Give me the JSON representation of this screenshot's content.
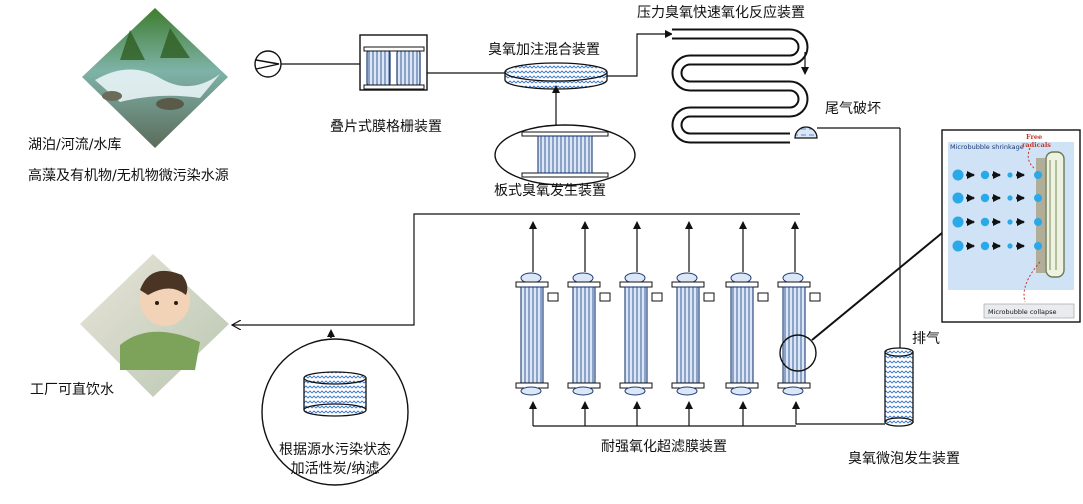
{
  "source": {
    "line1": "湖泊/河流/水库",
    "line2": "高藻及有机物/无机物微污染水源"
  },
  "grid_device": "叠片式膜格栅装置",
  "mixer": "臭氧加注混合装置",
  "plate_generator": "板式臭氧发生装置",
  "reactor": "压力臭氧快速氧化反应装置",
  "tail_gas": "尾气破坏",
  "exhaust": "排气",
  "microbubble_generator": "臭氧微泡发生装置",
  "uf_membrane": "耐强氧化超滤膜装置",
  "carbon": {
    "line1": "根据源水污染状态",
    "line2": "加活性炭/纳滤"
  },
  "output": "工厂可直饮水",
  "inset": {
    "shrinkage": "Microbubble shrinkage",
    "radicals_line1": "Free",
    "radicals_line2": "radicals",
    "collapse": "Microbubble collapse"
  },
  "colors": {
    "membrane_blue": "#dbe6f7",
    "inset_blue": "#29a9e8",
    "inset_bg": "#cfe2f6",
    "radicals_red": "#c0392b"
  }
}
